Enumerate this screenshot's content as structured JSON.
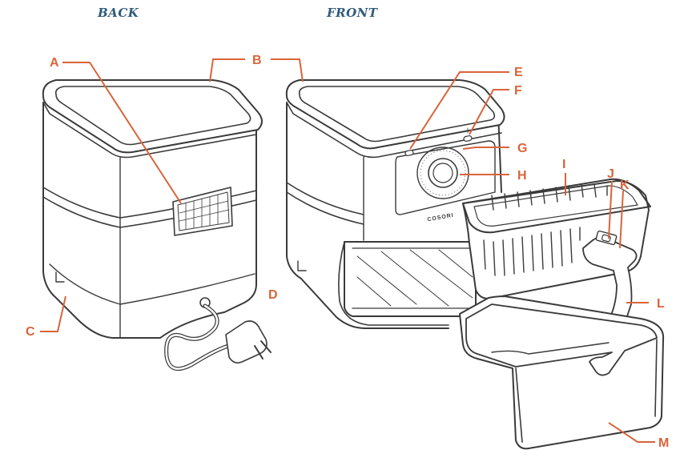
{
  "views": {
    "back": "BACK",
    "front": "FRONT"
  },
  "brand": "COSORI",
  "callouts": {
    "A": "A",
    "B": "B",
    "C": "C",
    "D": "D",
    "E": "E",
    "F": "F",
    "G": "G",
    "H": "H",
    "I": "I",
    "J": "J",
    "K": "K",
    "L": "L",
    "M": "M"
  },
  "colors": {
    "callout": "#d9643a",
    "heading": "#2e5a7a",
    "line": "#3a3a3a"
  }
}
